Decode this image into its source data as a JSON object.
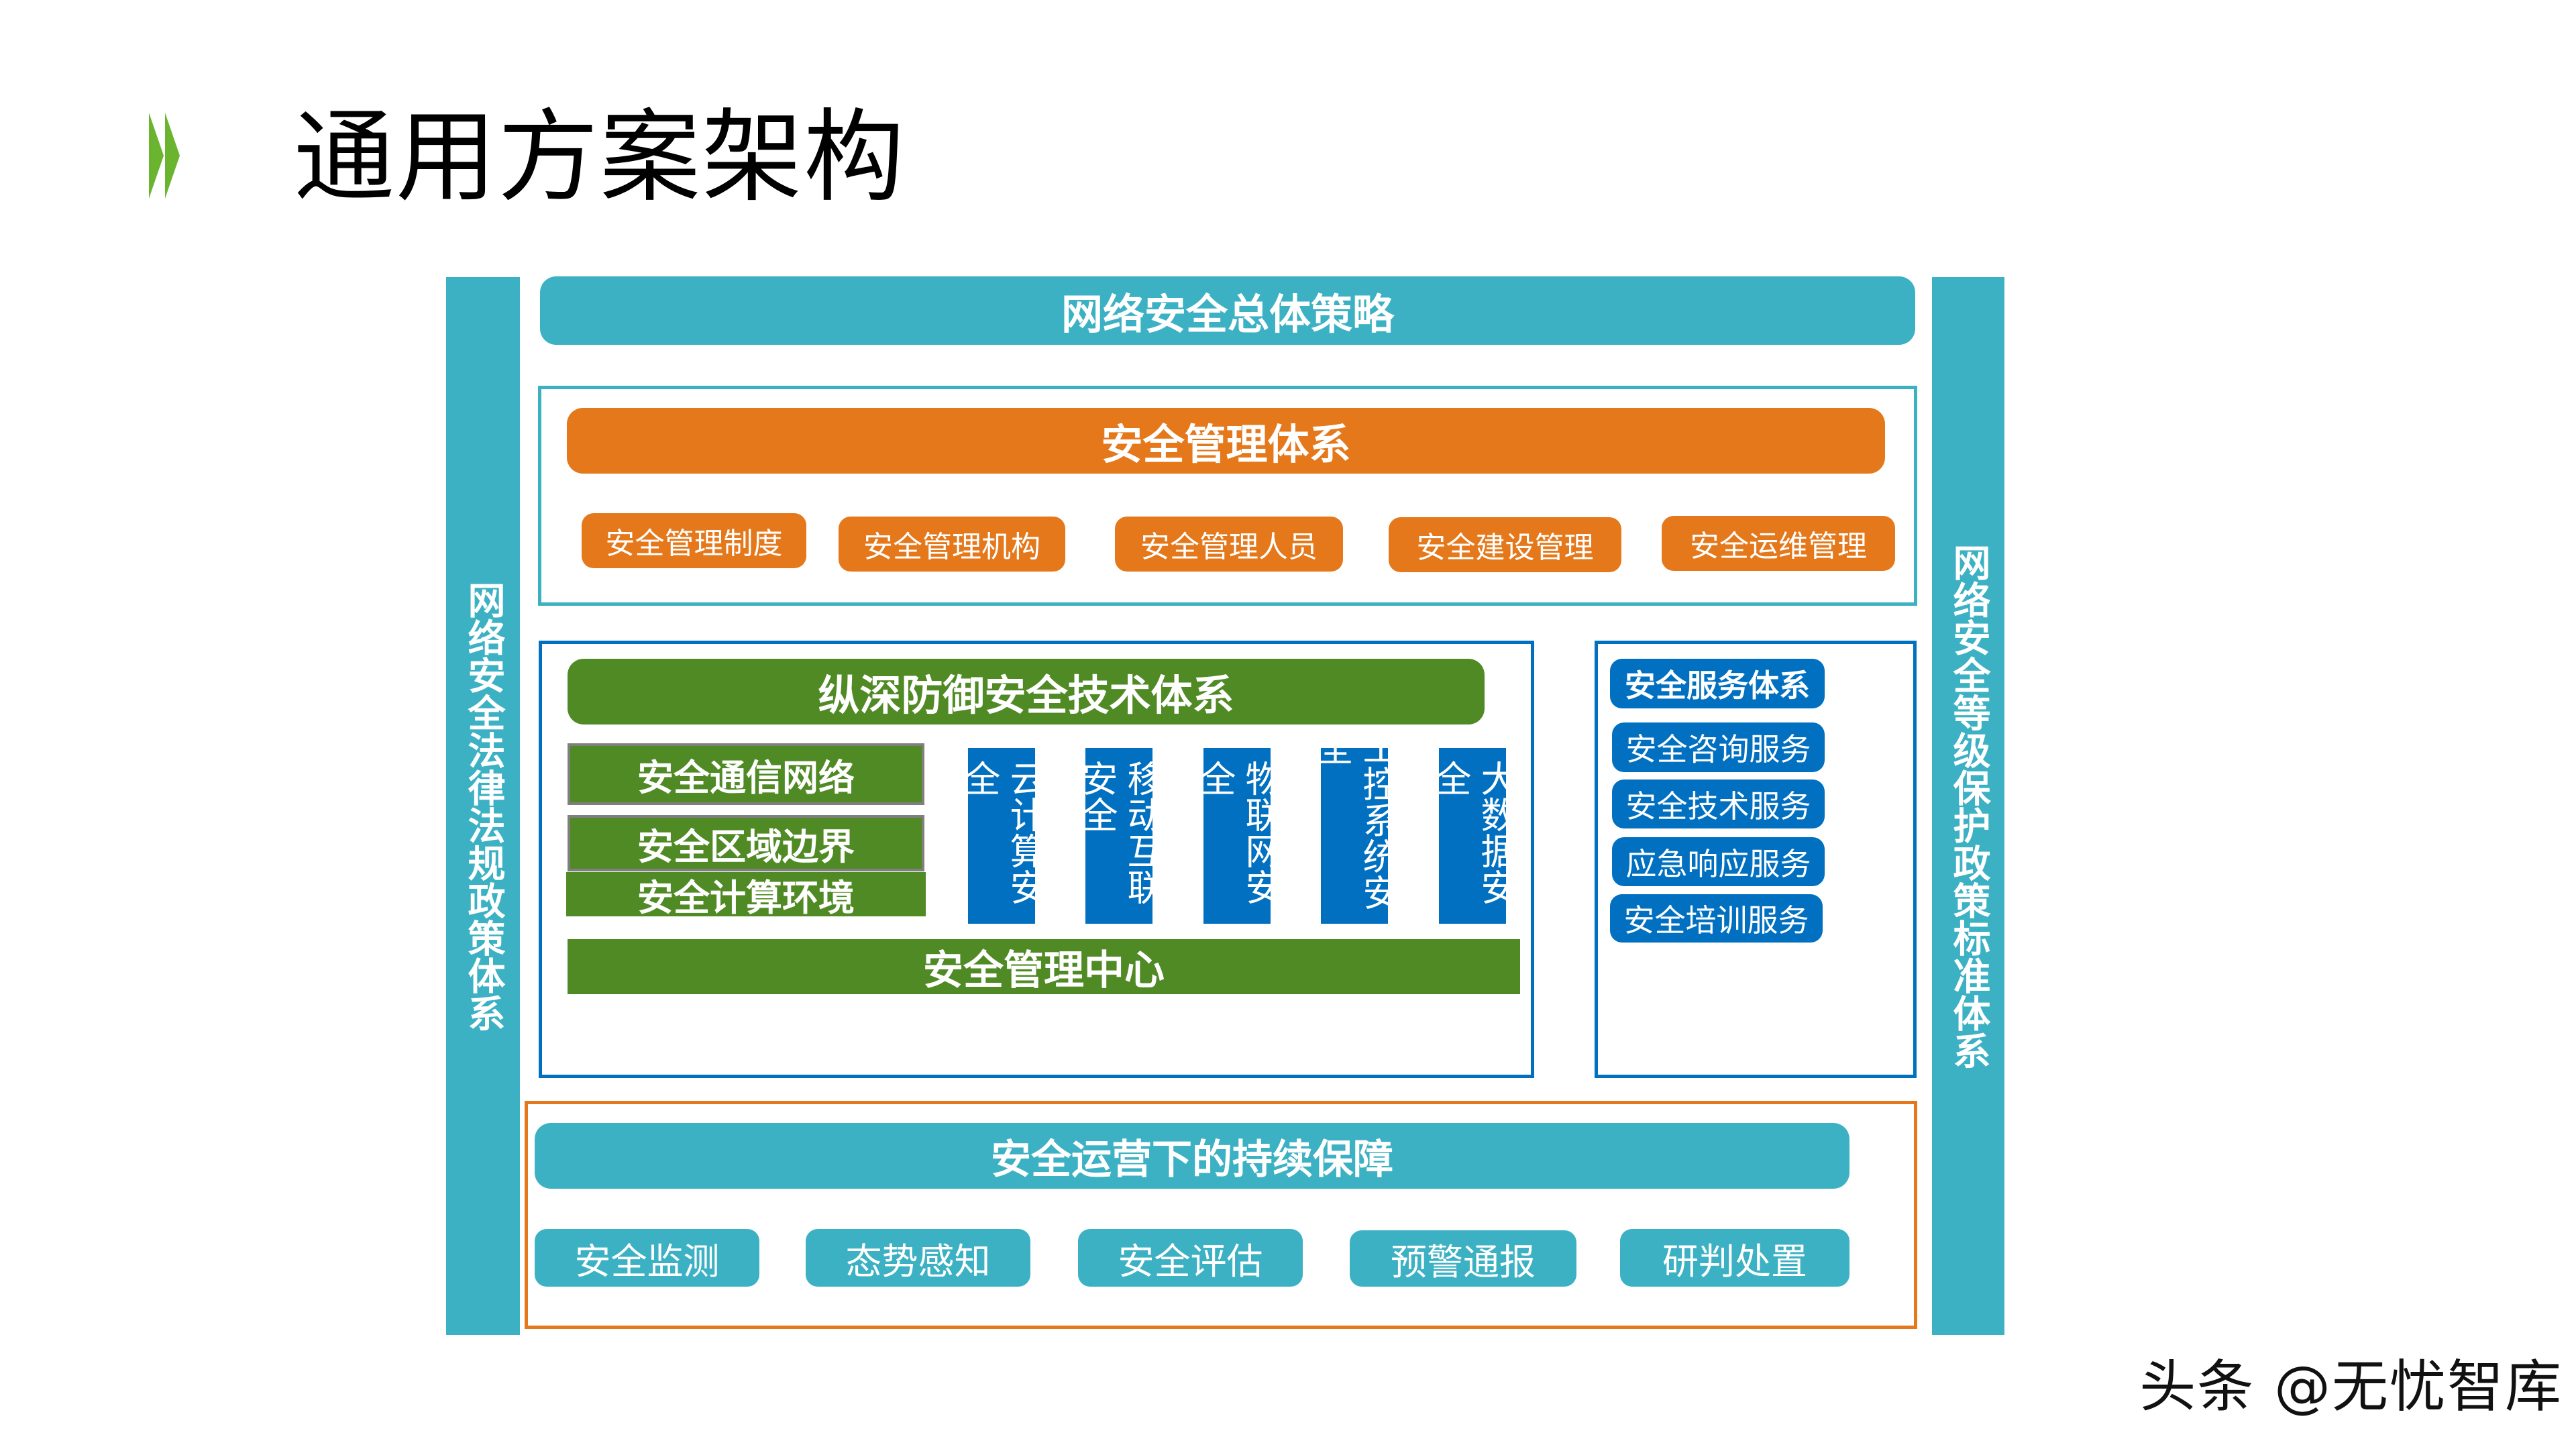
{
  "header": {
    "title": "通用方案架构",
    "bullet_icon": "double-chevron-right-icon",
    "accent_color": "#6bb42f"
  },
  "left_sidebar": {
    "label": "网络安全法律法规政策体系"
  },
  "right_sidebar": {
    "label": "网络安全等级保护政策标准体系"
  },
  "strategy": {
    "label": "网络安全总体策略"
  },
  "management": {
    "title": "安全管理体系",
    "items": [
      "安全管理制度",
      "安全管理机构",
      "安全管理人员",
      "安全建设管理",
      "安全运维管理"
    ]
  },
  "technology": {
    "title": "纵深防御安全技术体系",
    "layers": [
      "安全通信网络",
      "安全区域边界",
      "安全计算环境"
    ],
    "extensions": [
      "云计算安全",
      "移动互联安全",
      "物联网安全",
      "工控系统安全",
      "大数据安全"
    ],
    "center": "安全管理中心"
  },
  "services": {
    "title": "安全服务体系",
    "items": [
      "安全咨询服务",
      "安全技术服务",
      "应急响应服务",
      "安全培训服务"
    ]
  },
  "operations": {
    "title": "安全运营下的持续保障",
    "items": [
      "安全监测",
      "态势感知",
      "安全评估",
      "预警通报",
      "研判处置"
    ]
  },
  "colors": {
    "teal": "#3cb1c3",
    "orange": "#e4781b",
    "green": "#508a25",
    "blue": "#0170c1",
    "gray_border": "#7f7f7f"
  },
  "watermark": "头条 @无忧智库"
}
